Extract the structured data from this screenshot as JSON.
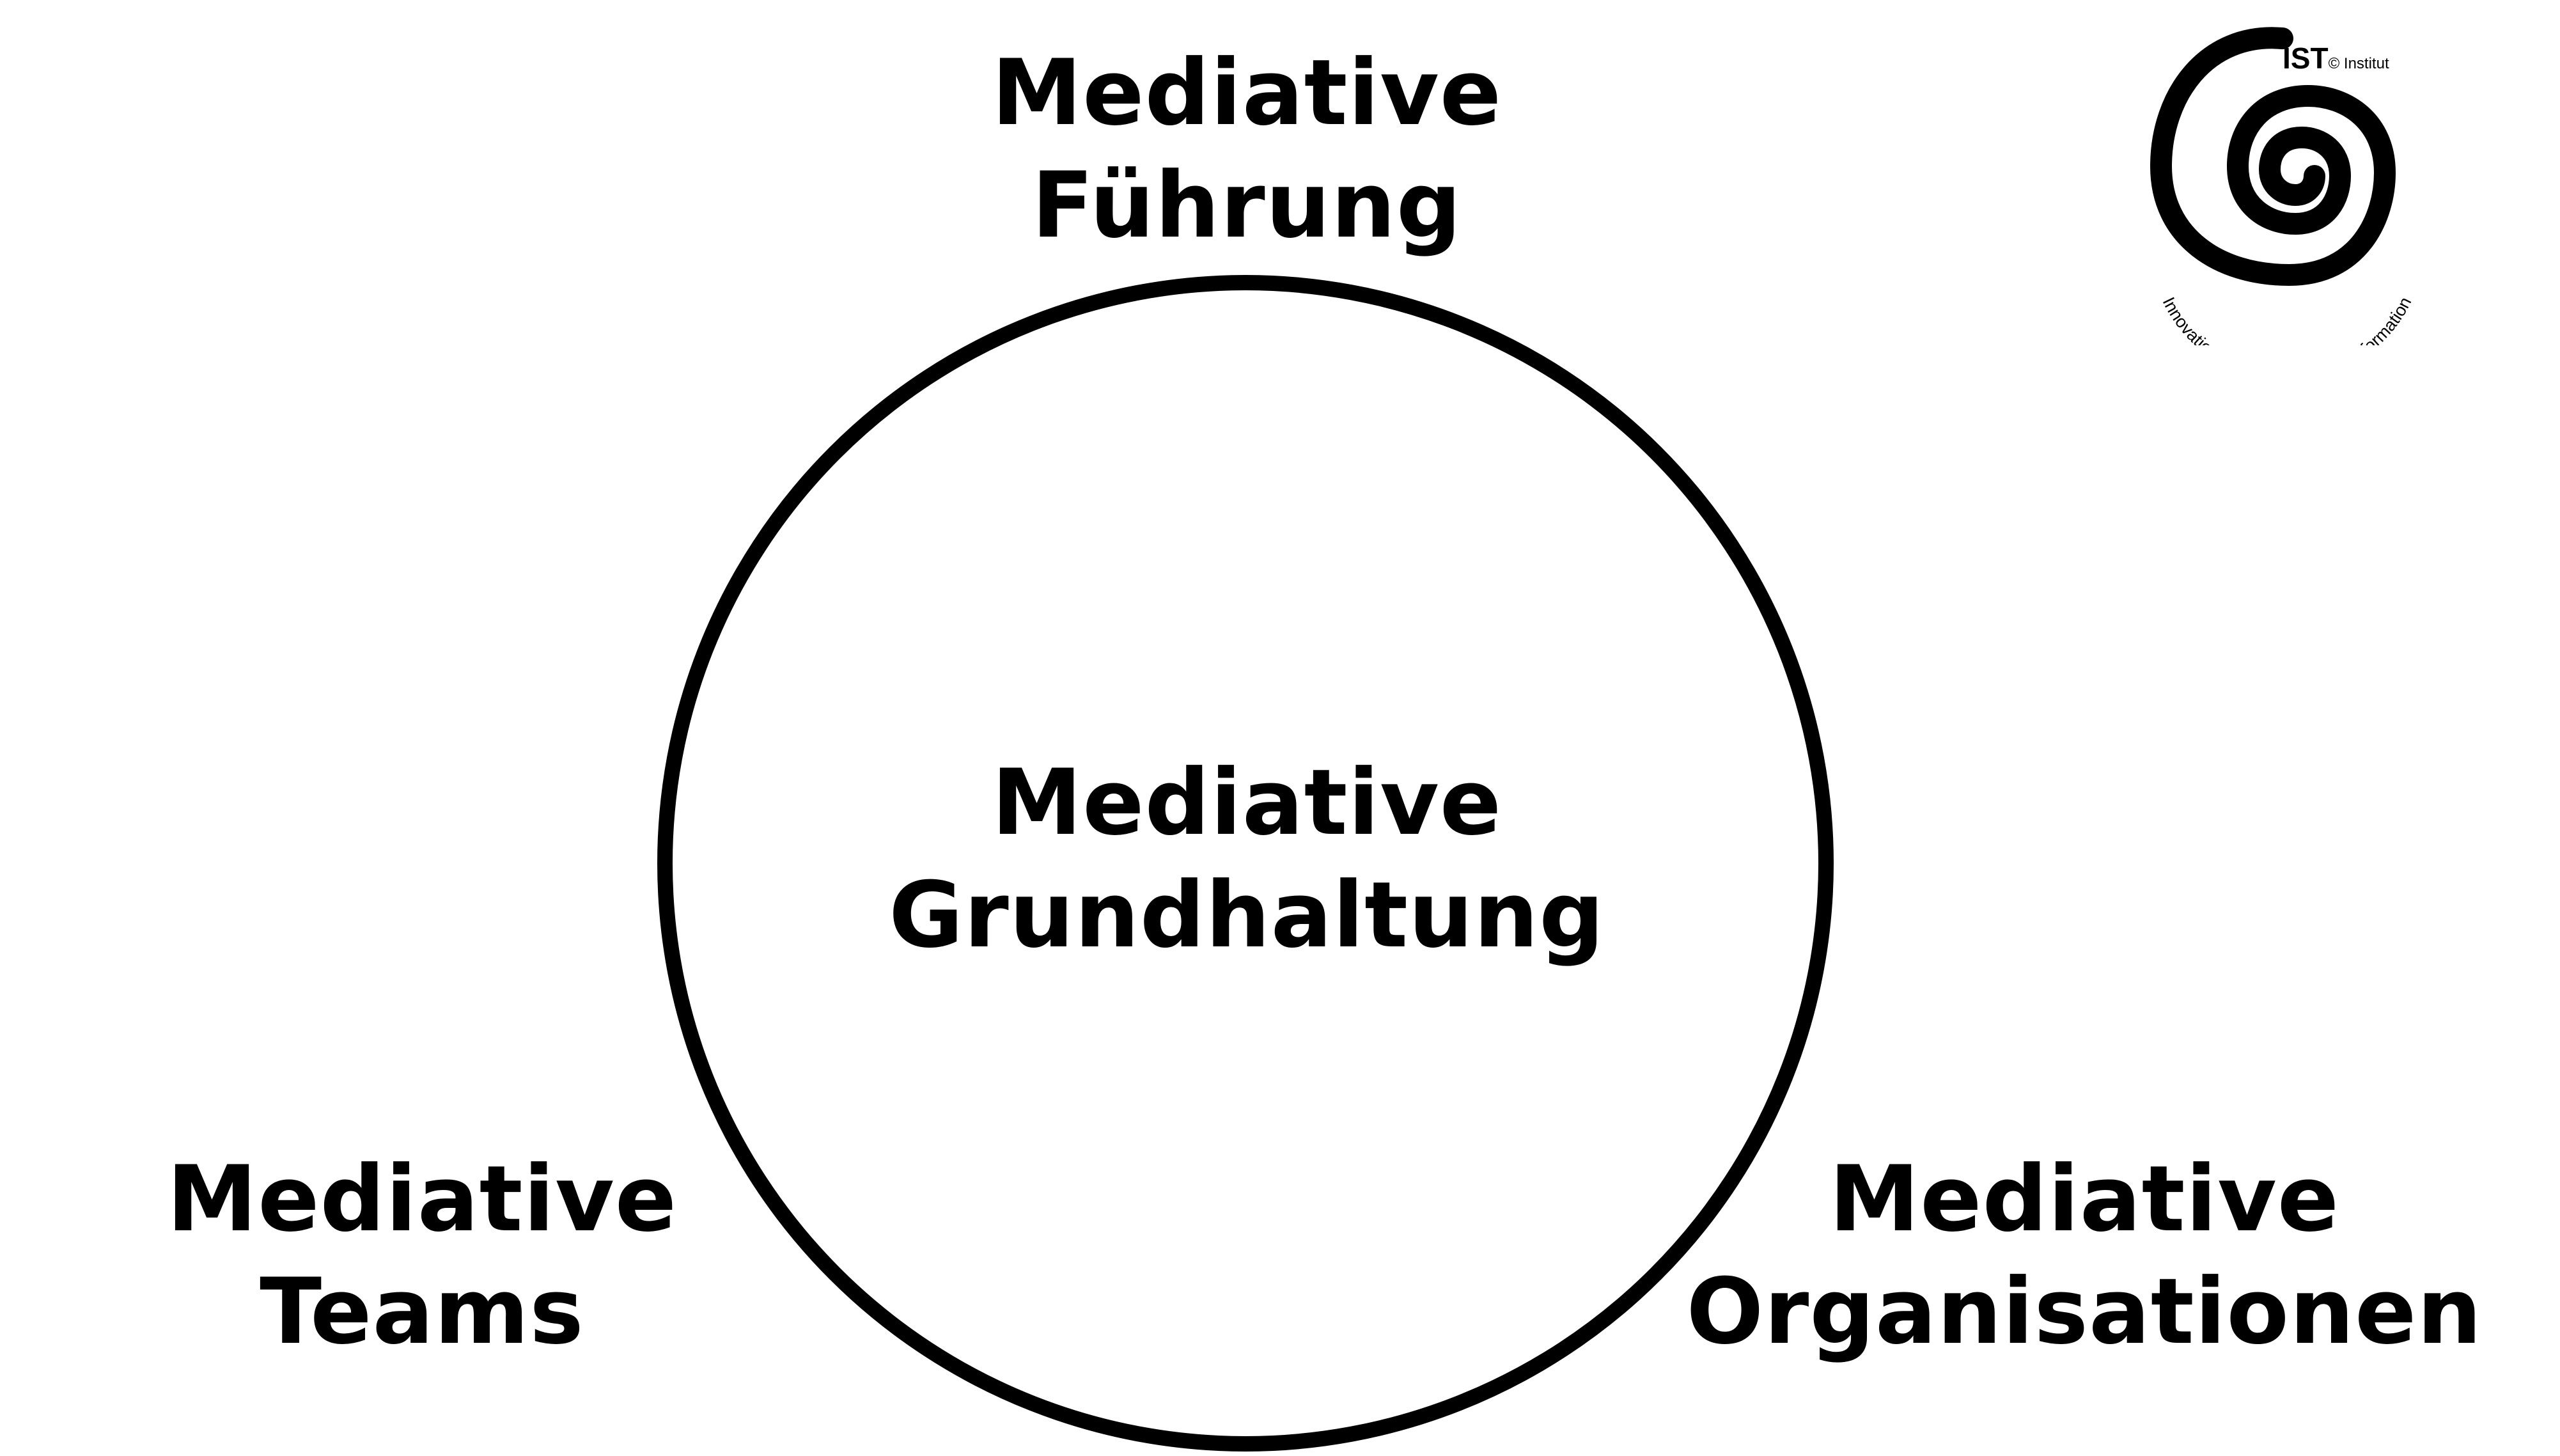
{
  "diagram": {
    "top": {
      "line1": "Mediative",
      "line2": "Führung"
    },
    "center": {
      "line1": "Mediative",
      "line2": "Grundhaltung"
    },
    "bottom_left": {
      "line1": "Mediative",
      "line2": "Teams"
    },
    "bottom_right": {
      "line1": "Mediative",
      "line2": "Organisationen"
    }
  },
  "logo": {
    "brand": "IST",
    "suffix": "© Institut",
    "tagline": "Innovation – Sinn/Sens – Transformation",
    "icon": "spiral-icon"
  },
  "colors": {
    "background": "#ffffff",
    "foreground": "#000000"
  }
}
